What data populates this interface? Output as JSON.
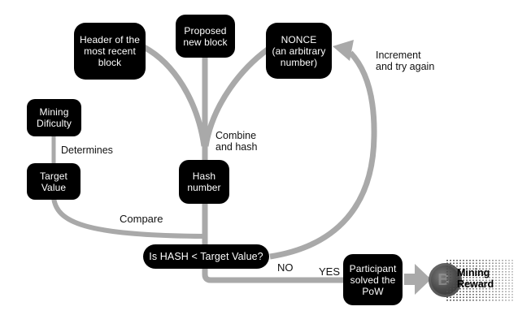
{
  "diagram": {
    "title_implicit": "Proof of Work mining flow",
    "nodes": {
      "header_block": {
        "label": "Header of the\nmost recent\nblock"
      },
      "proposed_block": {
        "label": "Proposed\nnew block"
      },
      "nonce": {
        "label": "NONCE\n(an arbitrary\nnumber)"
      },
      "mining_difficulty": {
        "label": "Mining\nDificulty"
      },
      "target_value": {
        "label": "Target\nValue"
      },
      "hash_number": {
        "label": "Hash\nnumber"
      },
      "decision": {
        "label": "Is HASH < Target Value?"
      },
      "participant": {
        "label": "Participant\nsolved the\nPoW"
      }
    },
    "edge_labels": {
      "determines": "Determines",
      "combine_and_hash": "Combine\nand hash",
      "compare": "Compare",
      "increment": "Increment\nand try again",
      "no": "NO",
      "yes": "YES"
    },
    "reward": {
      "label": "Mining\nReward",
      "coin_symbol": "B"
    },
    "colors": {
      "node_bg": "#000000",
      "node_text": "#ffffff",
      "line": "#a9a9a9",
      "label_text": "#111111",
      "background": "#ffffff"
    }
  }
}
